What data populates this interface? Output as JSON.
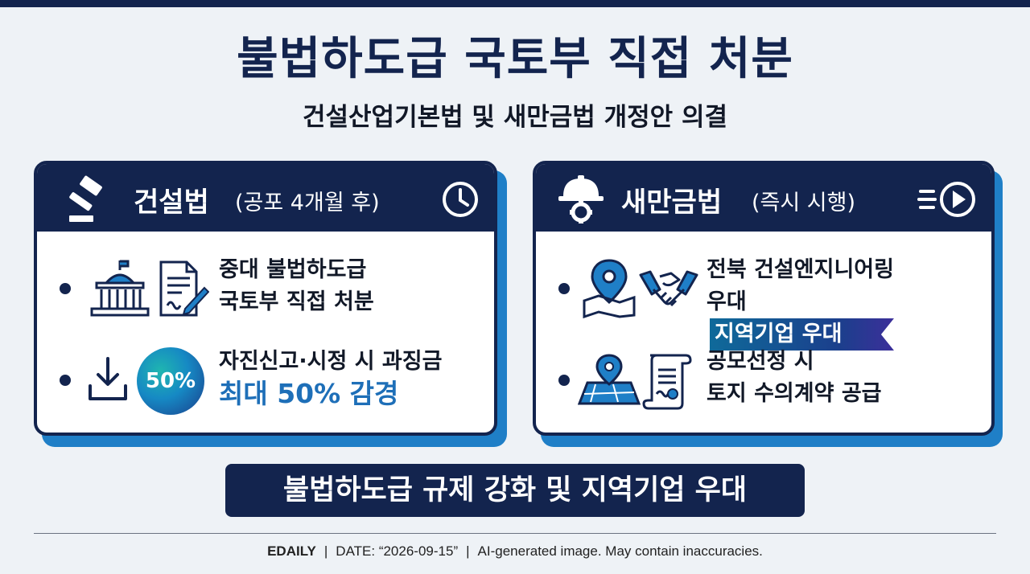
{
  "title": "불법하도급 국토부 직접 처분",
  "subtitle": "건설산업기본법 및 새만금법 개정안 의결",
  "left_card": {
    "title": "건설법",
    "title_sub": "(공포 4개월 후)",
    "items": [
      {
        "line1": "중대 불법하도급",
        "line2": "국토부 직접 처분"
      },
      {
        "line1": "자진신고·시정 시 과징금",
        "line2": "최대 50% 감경"
      }
    ],
    "badge": "50%"
  },
  "right_card": {
    "title": "새만금법",
    "title_sub": "(즉시 시행)",
    "items": [
      {
        "line1": "전북 건설엔지니어링",
        "line2_prefix": "우대",
        "line2_highlight": "지역기업 우대"
      },
      {
        "line1": "공모선정 시",
        "line2": "토지 수의계약 공급"
      }
    ]
  },
  "banner": "불법하도급 규제 강화 및 지역기업 우대",
  "footer": {
    "brand": "EDAILY",
    "date": "DATE: “2026-09-15”",
    "note": "AI-generated image. May contain inaccuracies."
  },
  "colors": {
    "navy": "#13244e",
    "accent_blue": "#1f7fc7",
    "background": "#eef2f6"
  },
  "icons": [
    "gavel-icon",
    "clock-icon",
    "hardhat-gear-icon",
    "play-fast-icon",
    "government-building-icon",
    "document-sign-icon",
    "download-icon",
    "map-pin-icon",
    "handshake-icon",
    "map-location-icon",
    "contract-scroll-icon"
  ]
}
